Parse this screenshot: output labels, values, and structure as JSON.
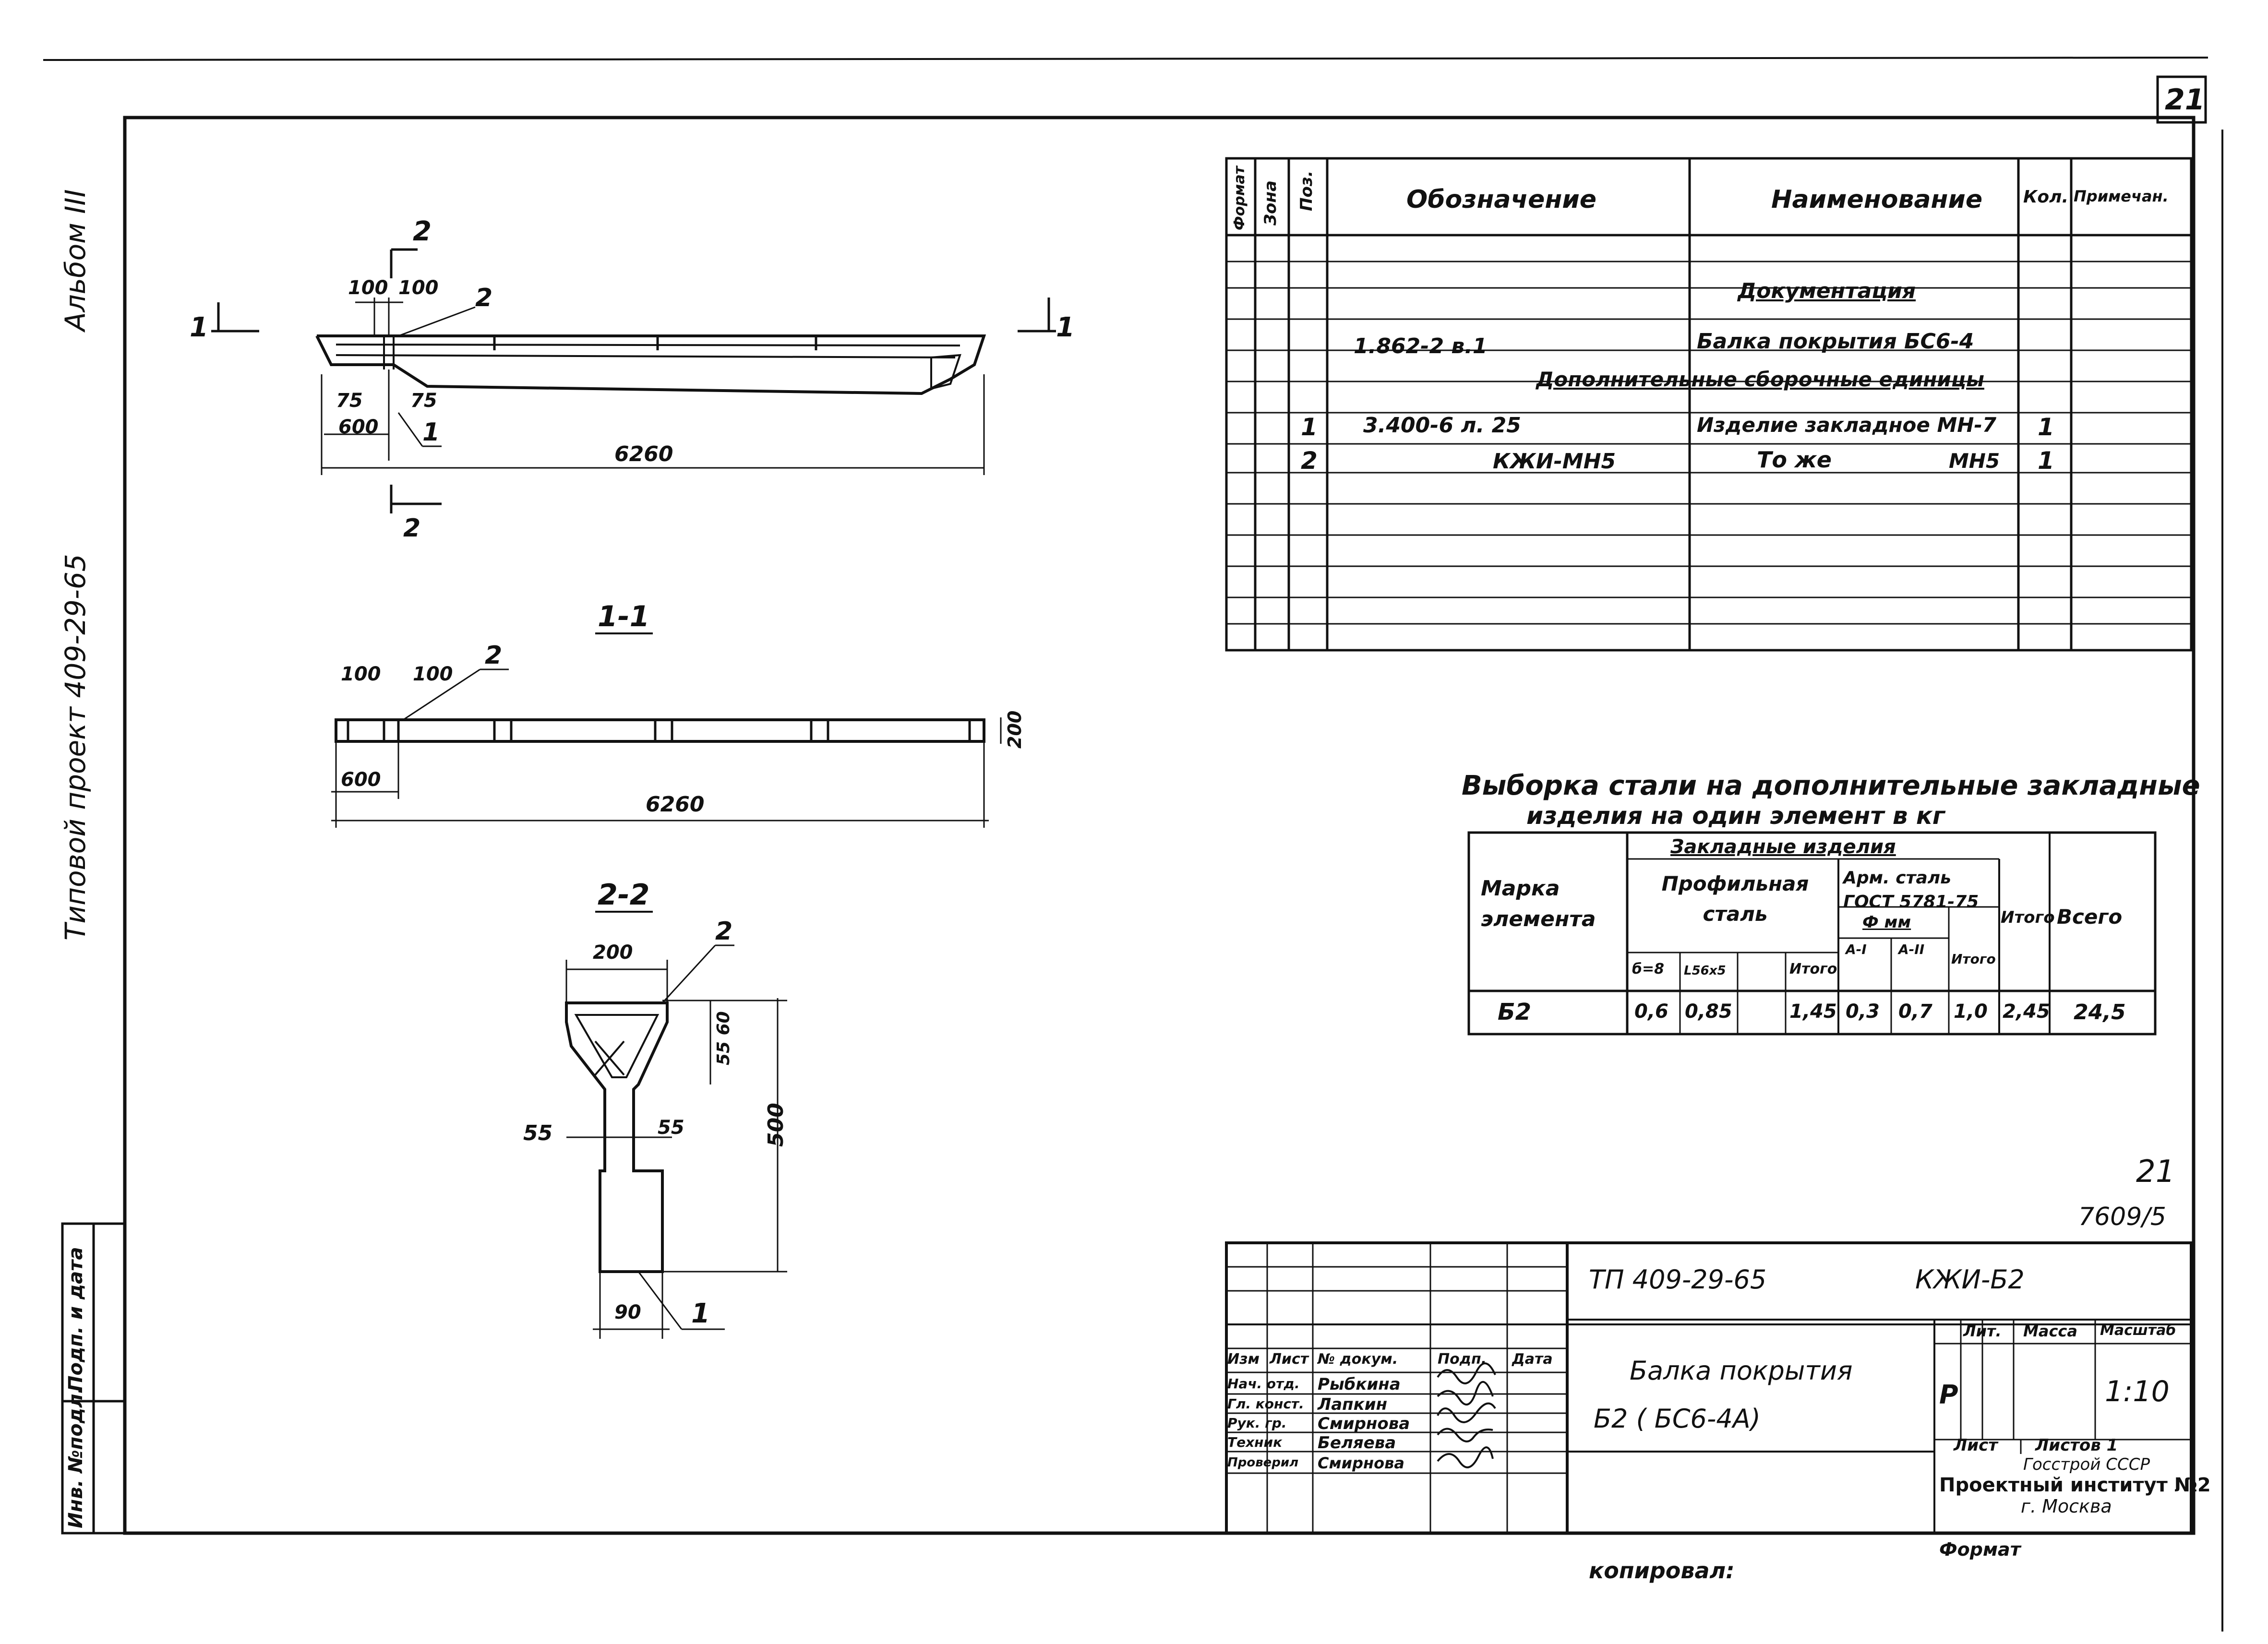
{
  "page": {
    "sheet_number": "21",
    "album": "Альбом III",
    "project_series": "Типовой проект 409-29-65",
    "bottom_note_number": "21",
    "bottom_note_code": "7609/5",
    "copied": "копировал:",
    "format": "Формат"
  },
  "side_stamp": {
    "col1": "Инв. №подл.",
    "col2": "Подп. и дата"
  },
  "drawing": {
    "cut_1_left": "1",
    "cut_1_right": "1",
    "cut_2_top": "2",
    "cut_2_bottom": "2",
    "pos_2_label": "2",
    "pos_1_label": "1",
    "dim_100a": "100",
    "dim_100b": "100",
    "dim_75a": "75",
    "dim_75b": "75",
    "dim_600": "600",
    "dim_6260": "6260",
    "section_11_title": "1-1",
    "s11_100a": "100",
    "s11_100b": "100",
    "s11_pos2": "2",
    "s11_600": "600",
    "s11_6260": "6260",
    "s11_200": "200",
    "section_22_title": "2-2",
    "s22_200": "200",
    "s22_pos2": "2",
    "s22_55_60": "55 60",
    "s22_55l": "55",
    "s22_55r": "55",
    "s22_500": "500",
    "s22_90": "90",
    "s22_pos1": "1"
  },
  "spec_table": {
    "headers": [
      "Формат",
      "Зона",
      "Поз.",
      "Обозначение",
      "Наименование",
      "Кол.",
      "Примечан."
    ],
    "section_documentation": "Документация",
    "row_doc_designation": "1.862-2   в.1",
    "row_doc_name": "Балка покрытия БС6-4",
    "section_additional": "Дополнительные сборочные единицы",
    "rows": [
      {
        "pos": "1",
        "designation": "3.400-6    л. 25",
        "name": "Изделие закладное МН-7",
        "qty": "1"
      },
      {
        "pos": "2",
        "designation": "КЖИ-МН5",
        "name": "То же",
        "name_suffix": "МН5",
        "qty": "1"
      }
    ]
  },
  "steel_table": {
    "title_line1": "Выборка стали на дополнительные закладные",
    "title_line2": "изделия на один элемент в кг",
    "h_mark": "Марка элемента",
    "h_embedded": "Закладные изделия",
    "h_profile": "Профильная сталь",
    "h_arm": "Арм. сталь ГОСТ 5781-75",
    "h_phi": "Ф мм",
    "h_b8": "б=8",
    "h_l56": "L56х5",
    "h_itogo1": "Итого",
    "h_a1": "А-I",
    "h_a2": "А-II",
    "h_itogo2": "Итого",
    "h_itogo3": "Итого",
    "h_total": "Всего",
    "row": {
      "mark": "Б2",
      "b8": "0,6",
      "l56": "0,85",
      "itogo1": "1,45",
      "a1": "0,3",
      "a2": "0,7",
      "itogo2": "1,0",
      "itogo3": "2,45",
      "total": "24,5"
    }
  },
  "title_block": {
    "code": "ТП 409-29-65",
    "doc_code": "КЖИ-Б2",
    "name_line1": "Балка покрытия",
    "name_line2": "Б2  ( БС6-4А)",
    "lit_label": "Лит.",
    "mass_label": "Масса",
    "scale_label": "Масштаб",
    "lit": "Р",
    "scale": "1:10",
    "sheet_label": "Лист",
    "sheets_label": "Листов 1",
    "org_line1": "Госстрой СССР",
    "org_line2": "Проектный институт №2",
    "org_line3": "г. Москва",
    "col_headers": [
      "Изм",
      "Лист",
      "№ докум.",
      "Подп.",
      "Дата"
    ],
    "people": [
      {
        "role": "Нач. отд.",
        "name": "Рыбкина"
      },
      {
        "role": "Гл. конст.",
        "name": "Лапкин"
      },
      {
        "role": "Рук. гр.",
        "name": "Смирнова"
      },
      {
        "role": "Техник",
        "name": "Беляева"
      },
      {
        "role": "Проверил",
        "name": "Смирнова"
      }
    ]
  }
}
